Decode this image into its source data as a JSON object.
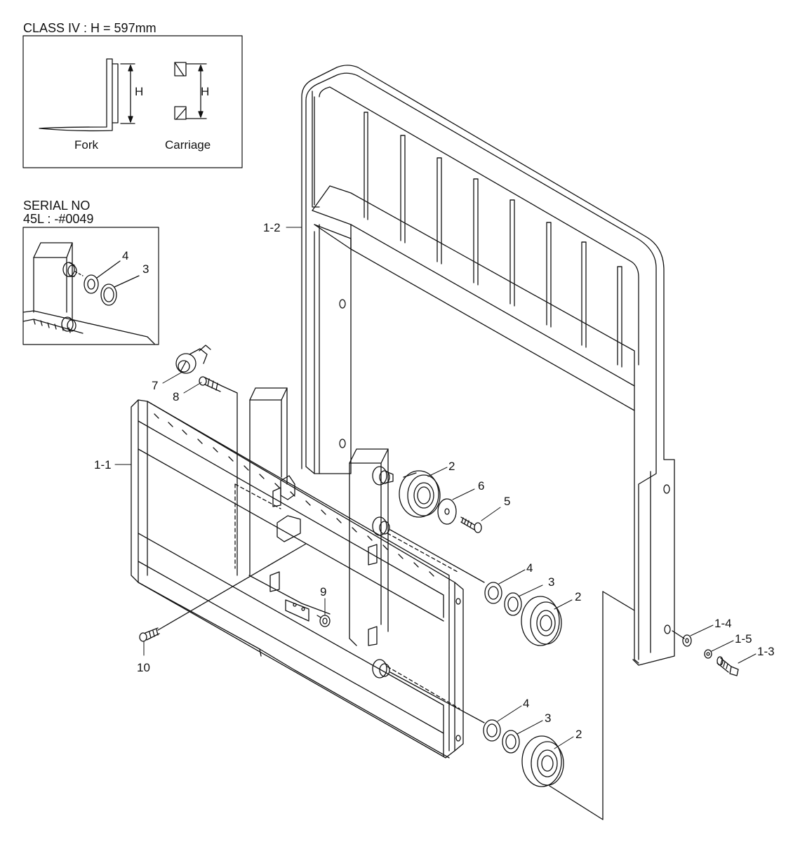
{
  "inset_class": {
    "title": "CLASS IV : H = 597mm",
    "fork_label": "Fork",
    "carriage_label": "Carriage",
    "h_label": "H"
  },
  "inset_serial": {
    "title_line1": "SERIAL NO",
    "title_line2": "45L : -#0049",
    "callouts": [
      "4",
      "3"
    ]
  },
  "callouts": {
    "c1_2": "1-2",
    "c1_1": "1-1",
    "c7": "7",
    "c8": "8",
    "c2a": "2",
    "c6": "6",
    "c5": "5",
    "c4a": "4",
    "c3a": "3",
    "c2b": "2",
    "c9": "9",
    "c10": "10",
    "c1_4": "1-4",
    "c1_5": "1-5",
    "c1_3": "1-3",
    "c4b": "4",
    "c3b": "3",
    "c2c": "2"
  }
}
